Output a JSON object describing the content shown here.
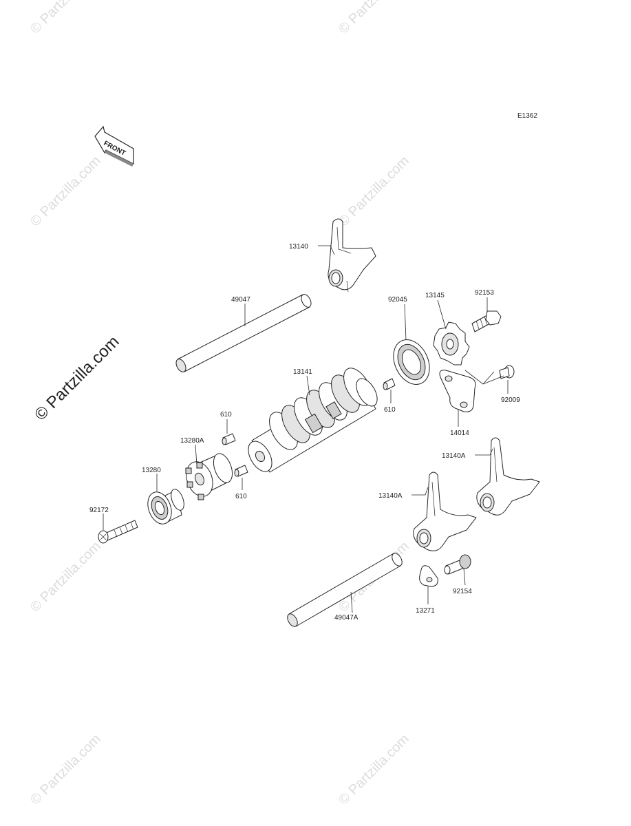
{
  "diagram_code": "E1362",
  "front_label": "FRONT",
  "watermark": "© Partzilla.com",
  "parts": {
    "p13140": "13140",
    "p49047": "49047",
    "p13145": "13145",
    "p92153": "92153",
    "p92045": "92045",
    "p13141": "13141",
    "p610_top": "610",
    "p610_right": "610",
    "p610_bottom": "610",
    "p92009": "92009",
    "p14014": "14014",
    "p13280A": "13280A",
    "p13280": "13280",
    "p92172": "92172",
    "p13140A_right": "13140A",
    "p13140A_left": "13140A",
    "p92154": "92154",
    "p13271": "13271",
    "p49047A": "49047A"
  }
}
